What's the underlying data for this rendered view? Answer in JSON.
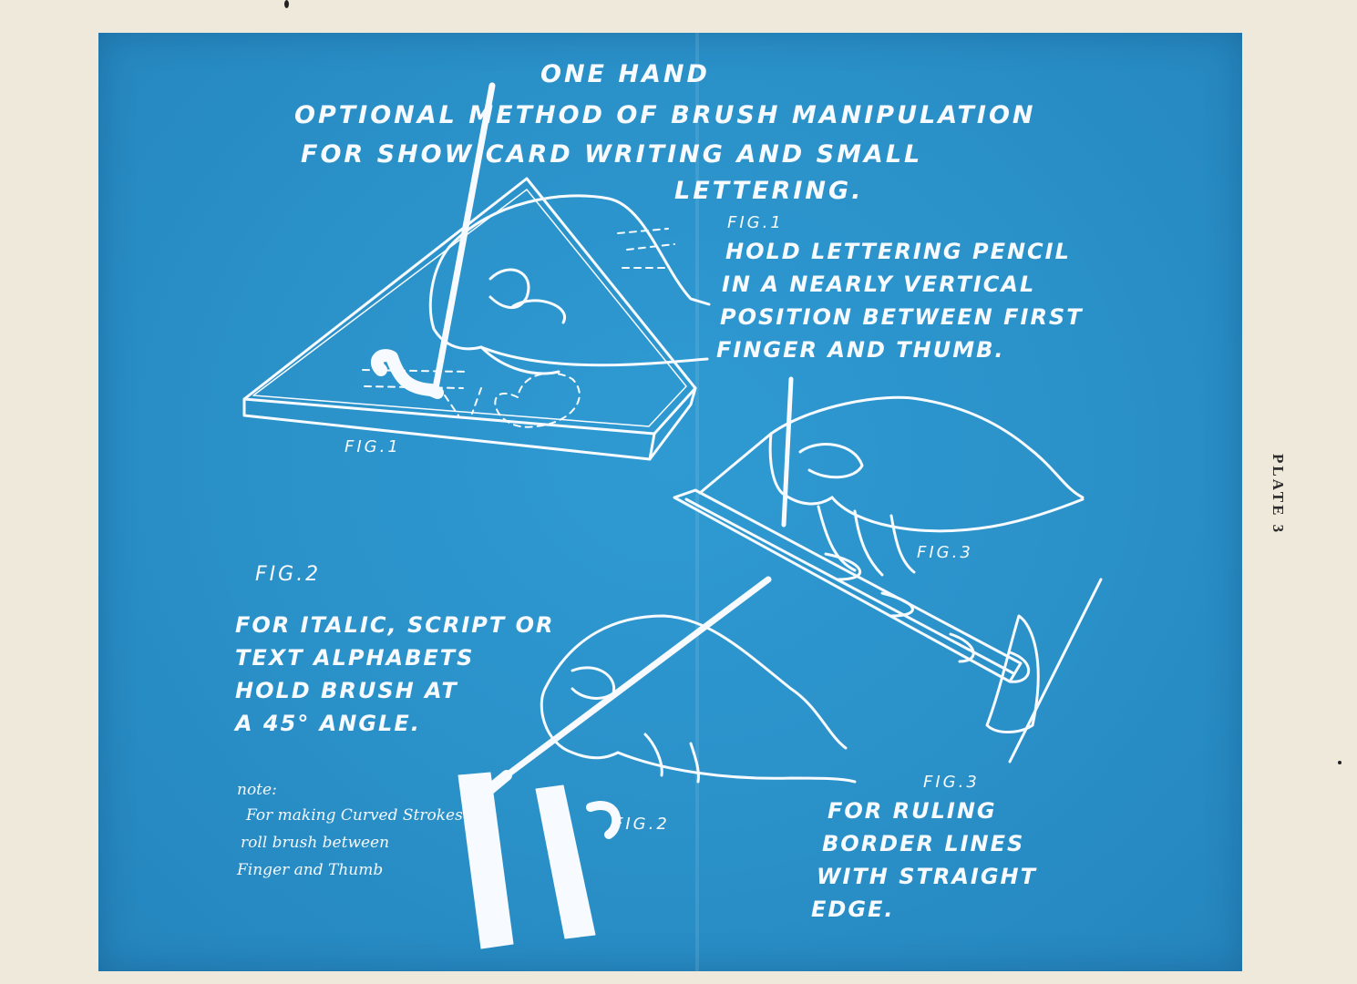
{
  "title": {
    "line1": "One Hand",
    "line2": "Optional Method of Brush Manipulation",
    "line3": "For Show Card Writing and Small",
    "line4": "Lettering."
  },
  "fig1": {
    "label": "Fig.1",
    "caption_lines": [
      "Hold Lettering Pencil",
      "In a Nearly Vertical",
      "Position Between First",
      "Finger and Thumb."
    ]
  },
  "fig2": {
    "label": "Fig.2",
    "caption_lines": [
      "For Italic, Script or",
      "Text Alphabets",
      "Hold Brush at",
      "a 45° Angle."
    ]
  },
  "fig3": {
    "label": "Fig.3",
    "caption_lines": [
      "For Ruling",
      "Border Lines",
      "With Straight",
      "Edge."
    ]
  },
  "note": {
    "heading": "note:",
    "lines": [
      "For making Curved Strokes",
      "roll brush between",
      "Finger and Thumb"
    ]
  },
  "plate_label": "PLATE 3",
  "colors": {
    "plate_blue": "#2a90c8",
    "line_white": "#f7fbff",
    "paper": "#efe9dc"
  }
}
